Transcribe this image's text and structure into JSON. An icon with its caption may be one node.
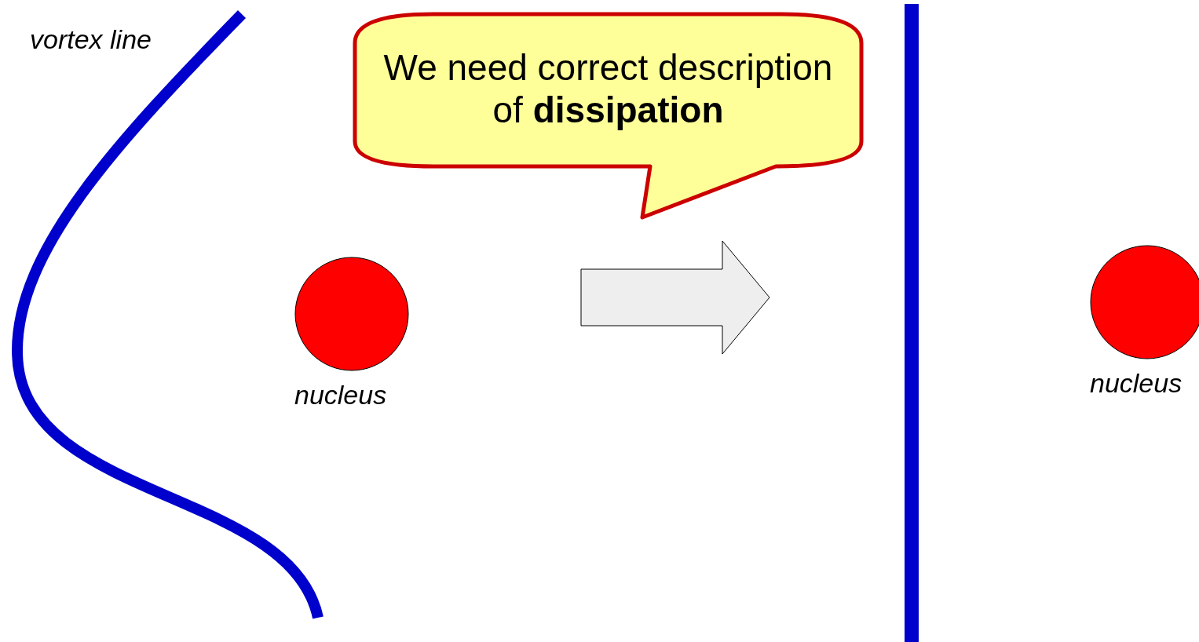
{
  "diagram": {
    "nodes": [
      {
        "text": [
          "We need correct description of **dissipation**"
        ]
      },
      {
        "text": [],
        "shape": "circle",
        "beside": [
          "nucleus"
        ]
      },
      {
        "text": [],
        "shape": "circle",
        "beside": [
          "nucleus"
        ]
      }
    ],
    "labels": [
      "vortex line"
    ]
  }
}
